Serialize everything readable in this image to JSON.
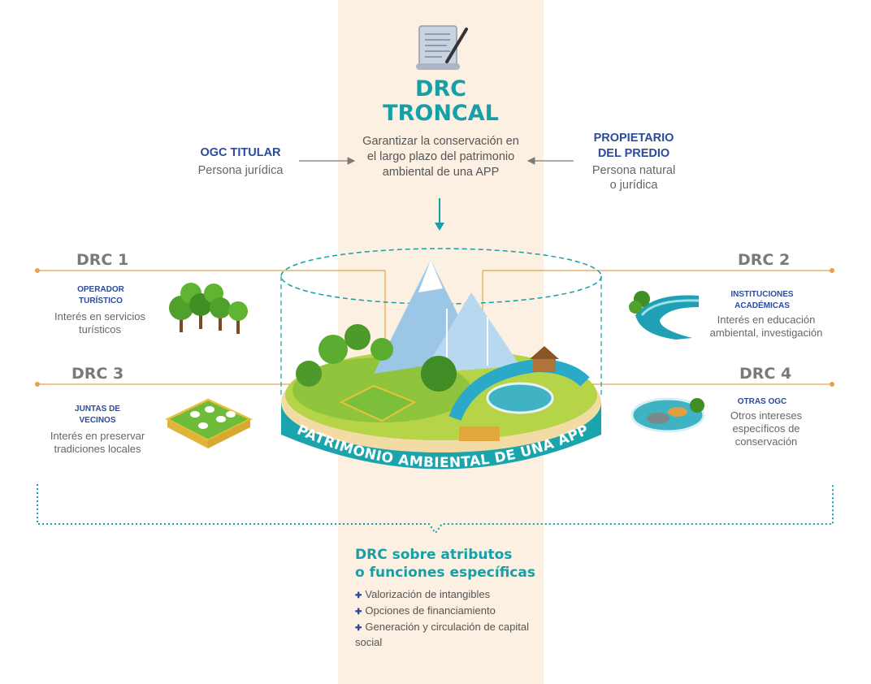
{
  "main": {
    "title_line1": "DRC",
    "title_line2": "TRONCAL",
    "description": "Garantizar la conservación en el largo plazo del patrimonio ambiental de una APP",
    "platform_label": "PATRIMONIO AMBIENTAL DE UNA APP"
  },
  "left_actor": {
    "title": "OGC TITULAR",
    "subtitle": "Persona jurídica"
  },
  "right_actor": {
    "title_line1": "PROPIETARIO",
    "title_line2": "DEL PREDIO",
    "subtitle_line1": "Persona natural",
    "subtitle_line2": "o jurídica"
  },
  "drc1": {
    "label": "DRC 1",
    "actor_line1": "OPERADOR",
    "actor_line2": "TURÍSTICO",
    "interest_line1": "Interés en servicios",
    "interest_line2": "turísticos"
  },
  "drc2": {
    "label": "DRC 2",
    "actor_line1": "INSTITUCIONES",
    "actor_line2": "ACADÉMICAS",
    "interest_line1": "Interés en educación",
    "interest_line2": "ambiental, investigación"
  },
  "drc3": {
    "label": "DRC 3",
    "actor_line1": "JUNTAS DE",
    "actor_line2": "VECINOS",
    "interest_line1": "Interés en preservar",
    "interest_line2": "tradiciones locales"
  },
  "drc4": {
    "label": "DRC 4",
    "actor_line1": "OTRAS OGC",
    "interest_line1": "Otros intereses",
    "interest_line2": "específicos de",
    "interest_line3": "conservación"
  },
  "specific": {
    "title_line1": "DRC sobre atributos",
    "title_line2": "o funciones específicas",
    "items": [
      "Valorización de intangibles",
      "Opciones de financiamiento",
      "Generación y circulación de capital social"
    ]
  },
  "colors": {
    "teal": "#15a0a8",
    "navy": "#2c4a9c",
    "orange_line": "#e8a14a",
    "band": "#fbf0e1",
    "grey_text": "#7a7a7a"
  }
}
